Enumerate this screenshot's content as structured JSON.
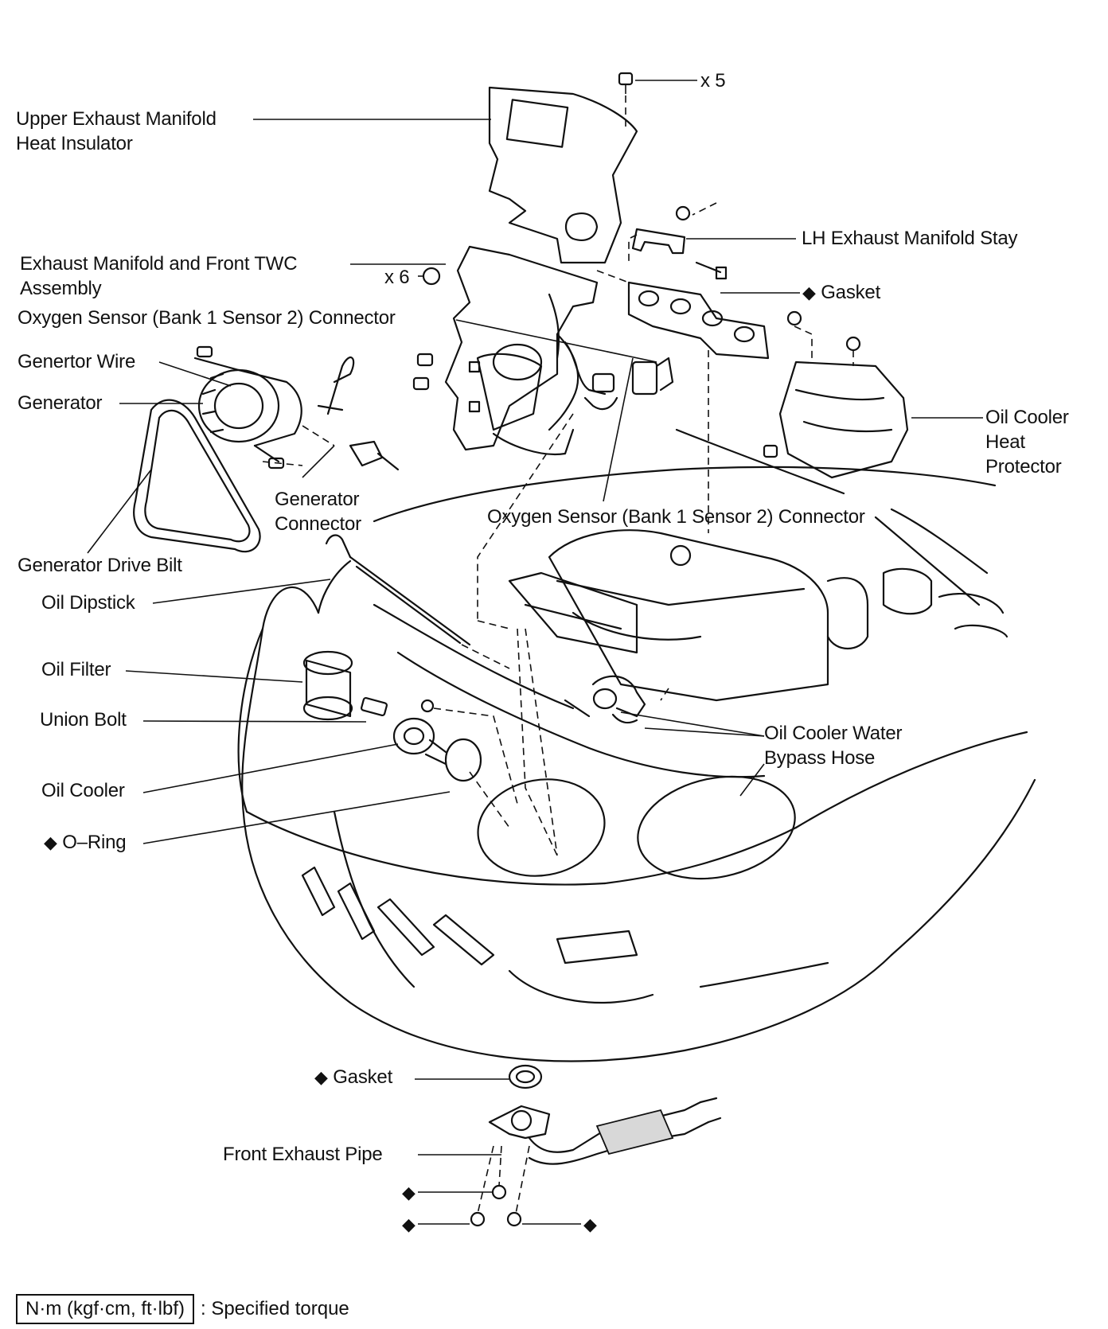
{
  "labels": {
    "x5": "x 5",
    "upper_insulator": [
      "Upper Exhaust Manifold",
      "Heat Insulator"
    ],
    "lh_stay": "LH Exhaust Manifold Stay",
    "manifold_twc": [
      "Exhaust Manifold and Front TWC",
      "Assembly"
    ],
    "x6": "x 6",
    "gasket_top": "Gasket",
    "o2_connector_top": "Oxygen Sensor (Bank 1 Sensor 2) Connector",
    "generator_wire": "Genertor Wire",
    "generator": "Generator",
    "oil_cooler_protector": [
      "Oil Cooler",
      "Heat",
      "Protector"
    ],
    "generator_connector": [
      "Generator",
      "Connector"
    ],
    "o2_connector_mid": "Oxygen Sensor (Bank 1 Sensor 2) Connector",
    "drive_belt": "Generator Drive Bilt",
    "oil_dipstick": "Oil Dipstick",
    "oil_filter": "Oil Filter",
    "union_bolt": "Union Bolt",
    "bypass_hose": [
      "Oil Cooler Water",
      "Bypass Hose"
    ],
    "oil_cooler": "Oil Cooler",
    "o_ring": "O–Ring",
    "gasket_bottom": "Gasket",
    "front_exhaust_pipe": "Front Exhaust Pipe"
  },
  "markers": {
    "non_reusable_symbol": "◆"
  },
  "legend": {
    "torque_unit": "N·m (kgf·cm, ft·lbf)",
    "torque_desc": ": Specified torque"
  }
}
